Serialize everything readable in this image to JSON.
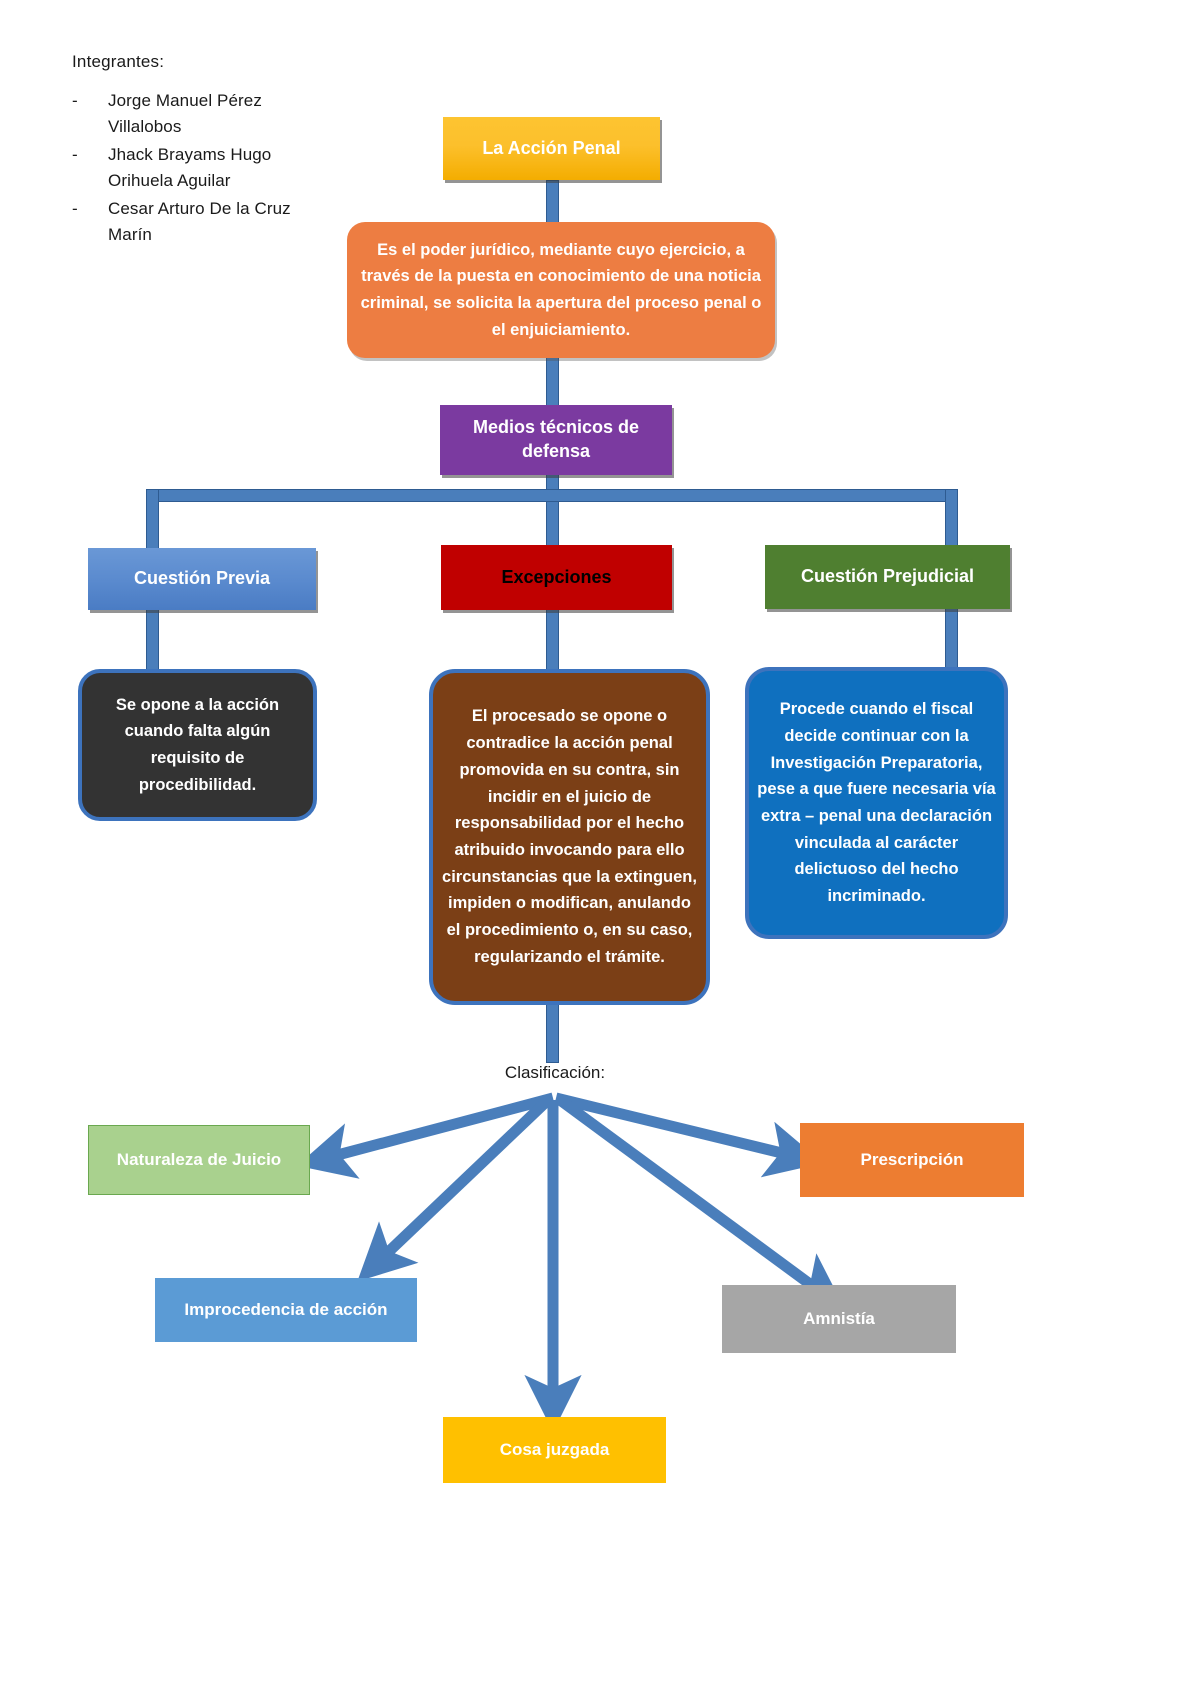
{
  "members": {
    "title": "Integrantes:",
    "bullet": "-",
    "items": [
      "Jorge Manuel Pérez Villalobos",
      "Jhack Brayams Hugo Orihuela Aguilar",
      "Cesar Arturo De la Cruz Marín"
    ]
  },
  "diagram": {
    "root": "La Acción Penal",
    "definition": "Es el poder jurídico, mediante cuyo ejercicio, a través de la puesta en conocimiento de una noticia criminal, se solicita la apertura del proceso penal o el enjuiciamiento.",
    "medios": "Medios técnicos de defensa",
    "branches": {
      "previa_title": "Cuestión Previa",
      "previa_desc": "Se opone a la acción cuando falta algún requisito de procedibilidad.",
      "excepciones_title": "Excepciones",
      "excepciones_desc": "El procesado se opone o contradice la acción penal promovida en su contra, sin incidir en el juicio de responsabilidad por el hecho atribuido invocando para ello circunstancias que la extinguen, impiden o modifican, anulando el procedimiento o, en su caso, regularizando el trámite.",
      "prejudicial_title": "Cuestión Prejudicial",
      "prejudicial_desc": "Procede cuando el fiscal decide continuar con la Investigación Preparatoria, pese a que fuere necesaria vía extra – penal una declaración vinculada al carácter delictuoso del hecho incriminado."
    },
    "clasificacion_label": "Clasificación:",
    "clasificacion_items": [
      "Naturaleza de Juicio",
      "Prescripción",
      "Improcedencia de acción",
      "Amnistía",
      "Cosa juzgada"
    ]
  },
  "colors": {
    "root": "#fcc02c",
    "definition": "#ed7d42",
    "medios": "#7b3aa0",
    "previa": "#5b8bcf",
    "excepciones": "#c00000",
    "prejudicial": "#4f7f30",
    "previa_desc": "#333333",
    "excepciones_desc": "#7b3f16",
    "prejudicial_desc": "#0f70bf",
    "connector": "#4a7ebb",
    "naturaleza": "#a9d18e",
    "prescripcion": "#ed7d31",
    "improcedencia": "#5b9bd5",
    "amnistia": "#a6a6a6",
    "cosa_juzgada": "#ffc000"
  }
}
